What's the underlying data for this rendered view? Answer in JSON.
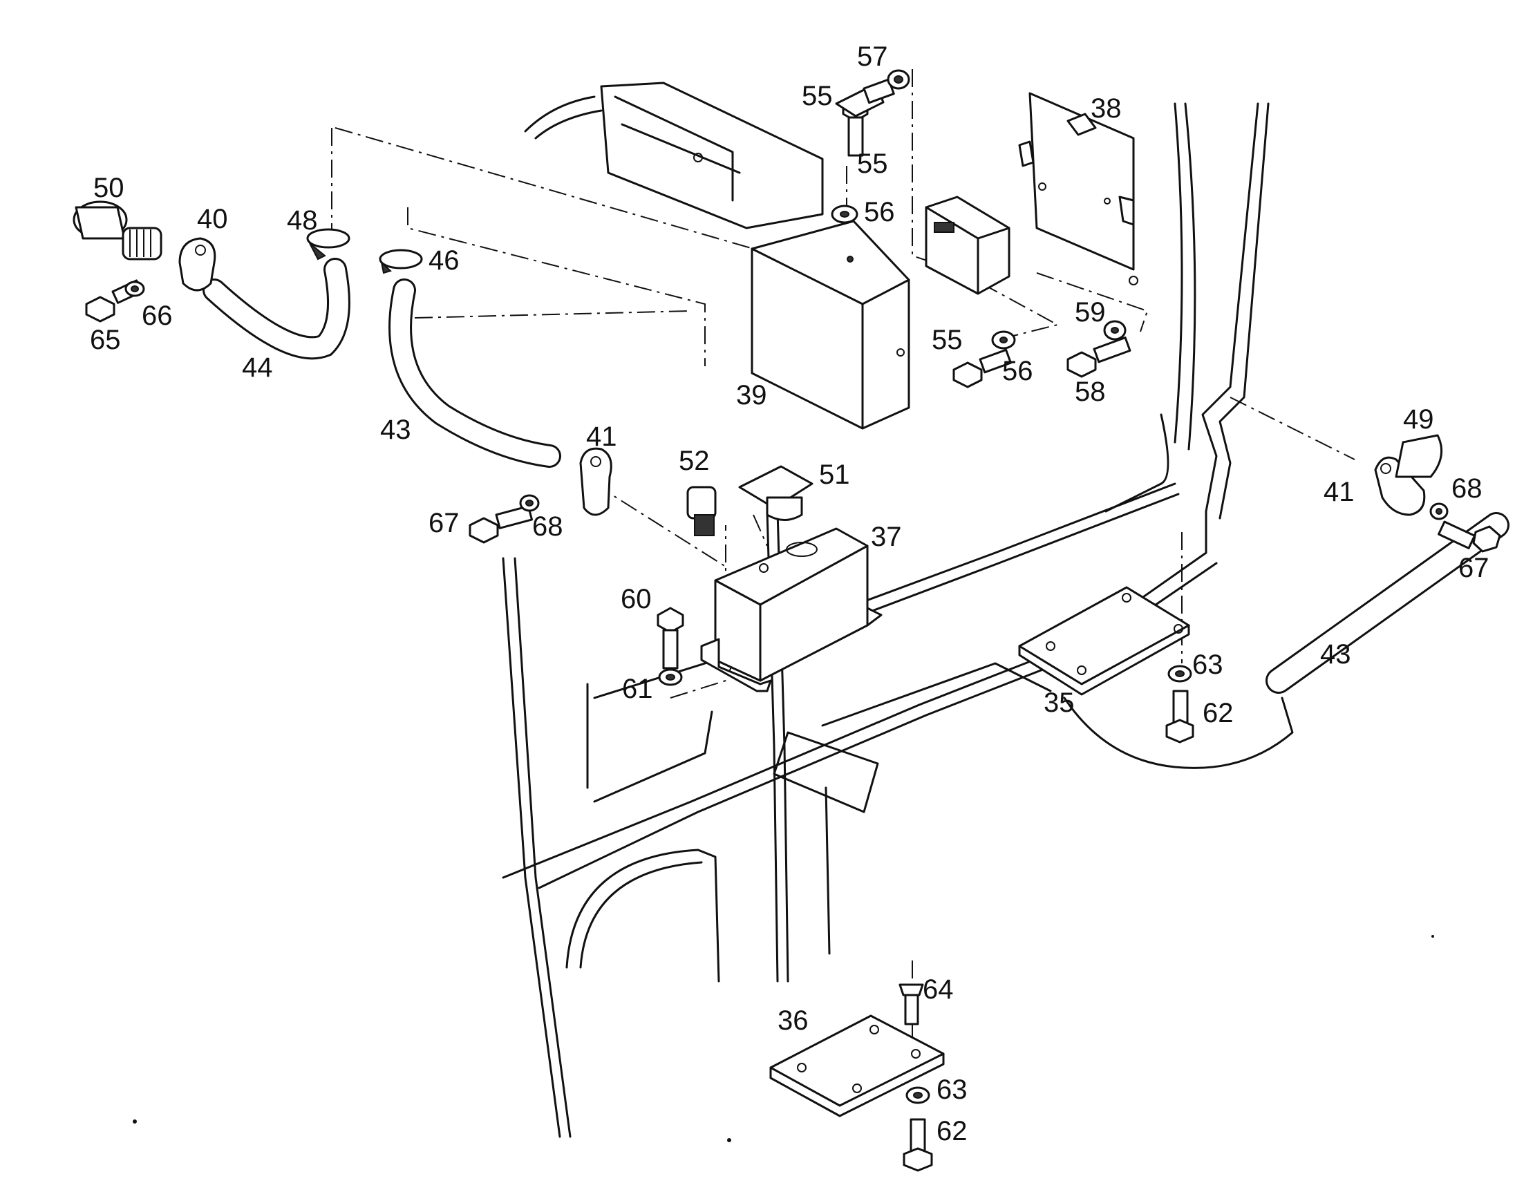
{
  "labels": {
    "p35": "35",
    "p36": "36",
    "p37": "37",
    "p38": "38",
    "p39": "39",
    "p40": "40",
    "p41a": "41",
    "p41b": "41",
    "p43a": "43",
    "p43b": "43",
    "p44": "44",
    "p46": "46",
    "p48": "48",
    "p49": "49",
    "p50": "50",
    "p51": "51",
    "p52": "52",
    "p55a": "55",
    "p55b": "55",
    "p55c": "55",
    "p56a": "56",
    "p56b": "56",
    "p57": "57",
    "p58": "58",
    "p59": "59",
    "p60": "60",
    "p61": "61",
    "p62a": "62",
    "p62b": "62",
    "p63a": "63",
    "p63b": "63",
    "p64": "64",
    "p65": "65",
    "p66": "66",
    "p67a": "67",
    "p67b": "67",
    "p68a": "68",
    "p68b": "68"
  },
  "colors": {
    "ink": "#111111",
    "paper": "#ffffff"
  }
}
